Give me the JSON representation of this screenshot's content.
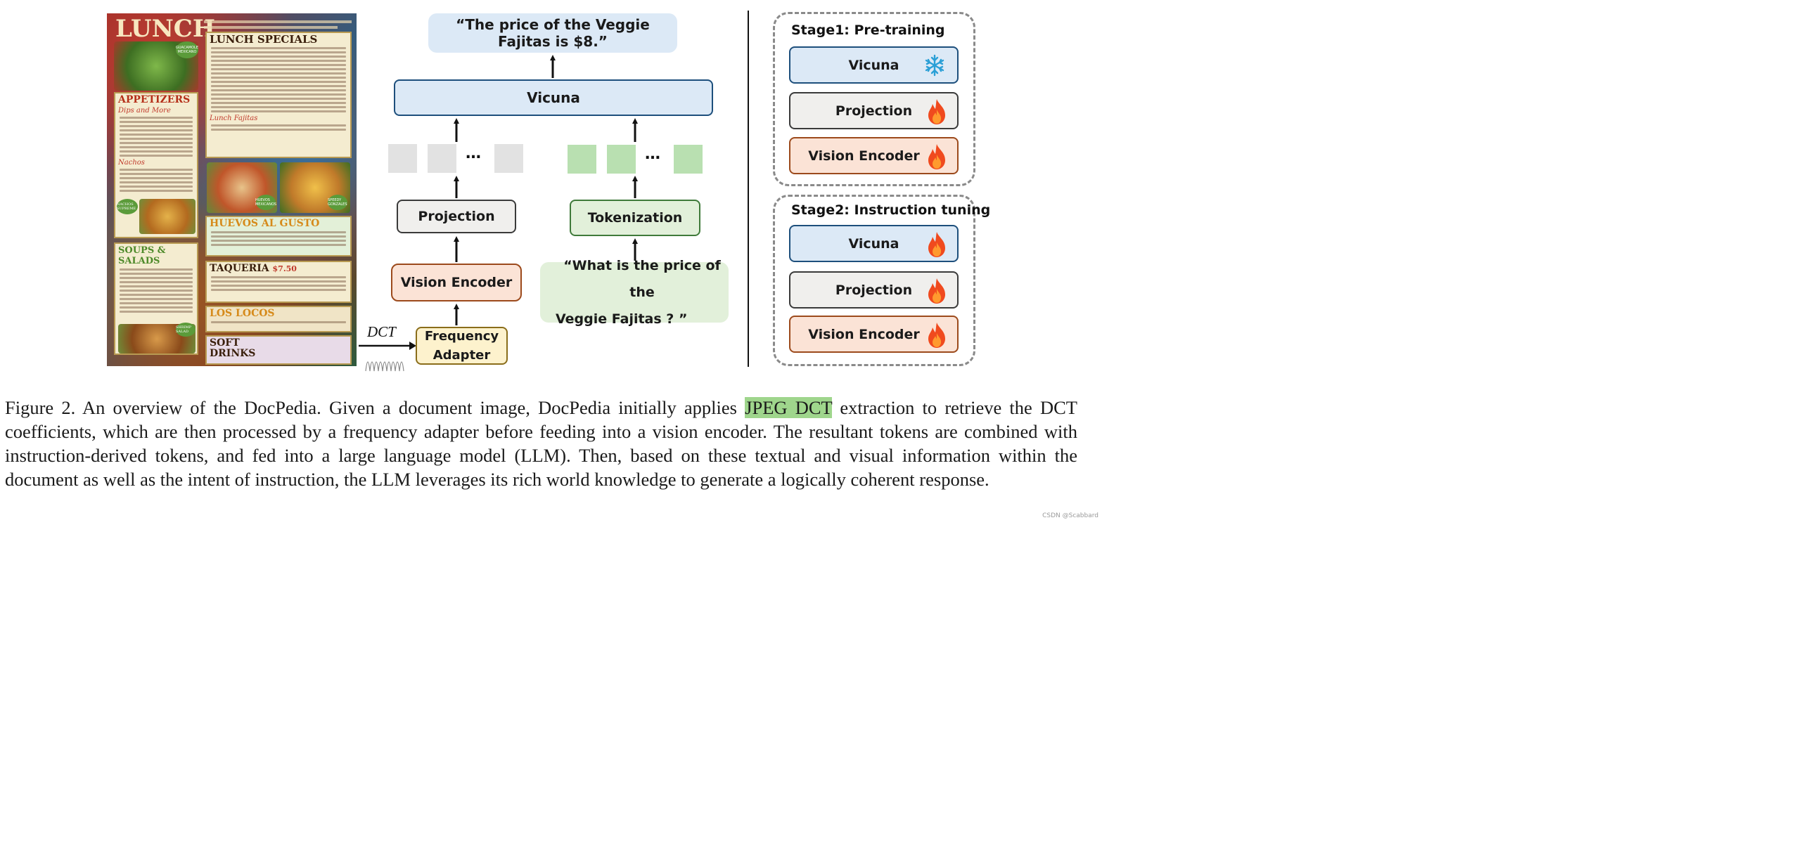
{
  "menu": {
    "title": "LUNCH",
    "specials": "LUNCH SPECIALS",
    "appetizers": "APPETIZERS",
    "dips": "Dips and More",
    "nachos": "Nachos",
    "fajitas": "Lunch Fajitas",
    "huevos": "HUEVOS AL GUSTO",
    "soups": "SOUPS & SALADS",
    "taqueria": "TAQUERIA",
    "taqueria_price": "$7.50",
    "locos": "LOS LOCOS",
    "drinks": "SOFT DRINKS",
    "guacamole": "GUACAMOLE MEXICANO",
    "huevos_badge": "HUEVOS MEXICANOS",
    "speedy": "SPEEDY GONZALES",
    "nachos_badge": "NACHOS SUPREME",
    "shrimp": "SHRIMP SALAD"
  },
  "pipeline": {
    "answer": "“The price of the Veggie Fajitas is $8.”",
    "vicuna": "Vicuna",
    "projection": "Projection",
    "vision_encoder": "Vision Encoder",
    "tokenization": "Tokenization",
    "frequency_adapter_line1": "Frequency",
    "frequency_adapter_line2": "Adapter",
    "dct": "DCT",
    "question_line1": "“What is the price of the",
    "question_line2": "Veggie Fajitas ? ”",
    "ellipsis": "…"
  },
  "stages": {
    "stage1_title": "Stage1: Pre-training",
    "stage2_title": "Stage2: Instruction tuning",
    "vicuna": "Vicuna",
    "projection": "Projection",
    "vision_encoder": "Vision Encoder"
  },
  "caption": {
    "prefix": "Figure 2.  An overview of the DocPedia. Given a document image, DocPedia initially applies ",
    "highlight": "JPEG DCT",
    "suffix": " extraction to retrieve the DCT coefficients, which are then processed by a frequency adapter before feeding into a vision encoder. The resultant tokens are combined with instruction-derived tokens, and fed into a large language model (LLM). Then, based on these textual and visual information within the document as well as the intent of instruction, the LLM leverages its rich world knowledge to generate a logically coherent response."
  },
  "watermark": "CSDN @Scabbard",
  "colors": {
    "blue_fill": "#dce9f6",
    "blue_border": "#1d4f7c",
    "gray_fill": "#f0efed",
    "gray_border": "#3a3a3a",
    "orange_fill": "#fbe3d6",
    "orange_border": "#9c4a1c",
    "green_fill": "#e2f0da",
    "green_border": "#3f7a3a",
    "yellow_fill": "#fdf2cd",
    "yellow_border": "#8a6d1a",
    "token_gray": "#e2e2e2",
    "token_green": "#b9e0b1",
    "highlight": "#9fd68c"
  }
}
